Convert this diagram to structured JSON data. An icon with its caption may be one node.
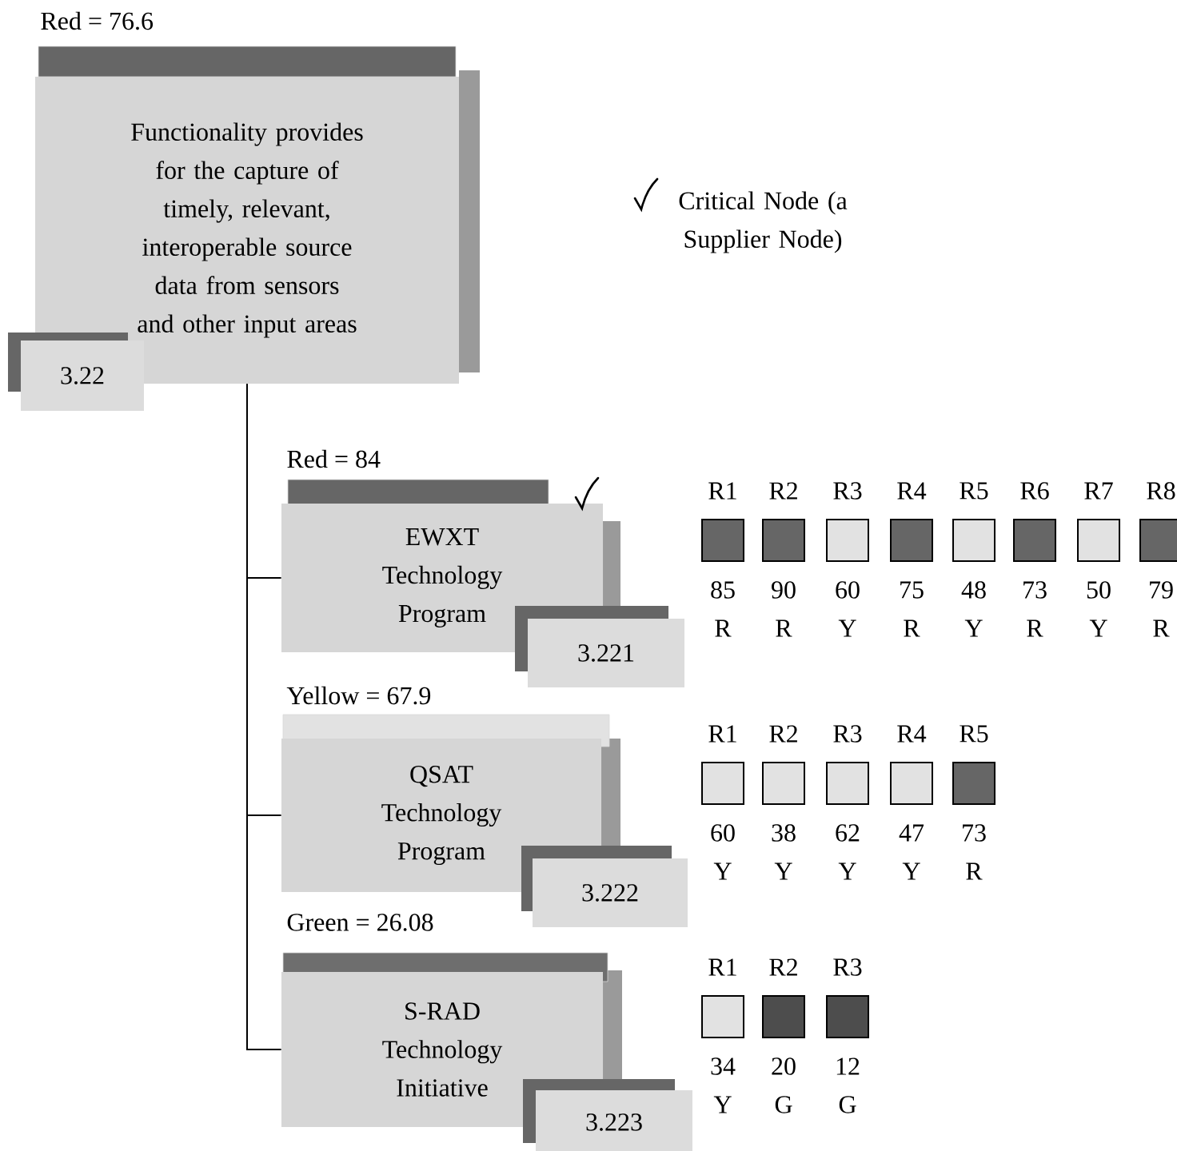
{
  "diagram": {
    "nodes": [
      {
        "text": [
          "Red = 76.6",
          "Functionality provides for the capture of timely, relevant, interoperable source data from sensors and other input areas"
        ]
      },
      {
        "text": [
          "3.22"
        ]
      },
      {
        "text": [
          "Red = 84",
          "EWXT Technology Program"
        ]
      },
      {
        "text": [
          "3.221"
        ]
      },
      {
        "text": [
          "Yellow = 67.9",
          "QSAT Technology Program"
        ]
      },
      {
        "text": [
          "3.222"
        ]
      },
      {
        "text": [
          "Green = 26.08",
          "S-RAD Technology Initiative"
        ]
      },
      {
        "text": [
          "3.223"
        ]
      },
      {
        "text": [
          "R1"
        ],
        "beside": [
          "85",
          "R"
        ]
      },
      {
        "text": [
          "R2"
        ],
        "beside": [
          "90",
          "R"
        ]
      },
      {
        "text": [
          "R3"
        ],
        "beside": [
          "60",
          "Y"
        ]
      },
      {
        "text": [
          "R4"
        ],
        "beside": [
          "75",
          "R"
        ]
      },
      {
        "text": [
          "R5"
        ],
        "beside": [
          "48",
          "Y"
        ]
      },
      {
        "text": [
          "R6"
        ],
        "beside": [
          "73",
          "R"
        ]
      },
      {
        "text": [
          "R7"
        ],
        "beside": [
          "50",
          "Y"
        ]
      },
      {
        "text": [
          "R8"
        ],
        "beside": [
          "79",
          "R"
        ]
      },
      {
        "text": [
          "R1"
        ],
        "beside": [
          "60",
          "Y"
        ]
      },
      {
        "text": [
          "R2"
        ],
        "beside": [
          "38",
          "Y"
        ]
      },
      {
        "text": [
          "R3"
        ],
        "beside": [
          "62",
          "Y"
        ]
      },
      {
        "text": [
          "R4"
        ],
        "beside": [
          "47",
          "Y"
        ]
      },
      {
        "text": [
          "R5"
        ],
        "beside": [
          "73",
          "R"
        ]
      },
      {
        "text": [
          "R1"
        ],
        "beside": [
          "34",
          "Y"
        ]
      },
      {
        "text": [
          "R2"
        ],
        "beside": [
          "20",
          "G"
        ]
      },
      {
        "text": [
          "R3"
        ],
        "beside": [
          "12",
          "G"
        ]
      }
    ],
    "edges": [
      {
        "from": 0,
        "to": 2,
        "arrow": "none"
      },
      {
        "from": 0,
        "to": 4,
        "arrow": "none"
      },
      {
        "from": 0,
        "to": 6,
        "arrow": "none"
      }
    ],
    "legend": [
      {
        "text": "Critical Node (a Supplier Node)"
      }
    ]
  }
}
